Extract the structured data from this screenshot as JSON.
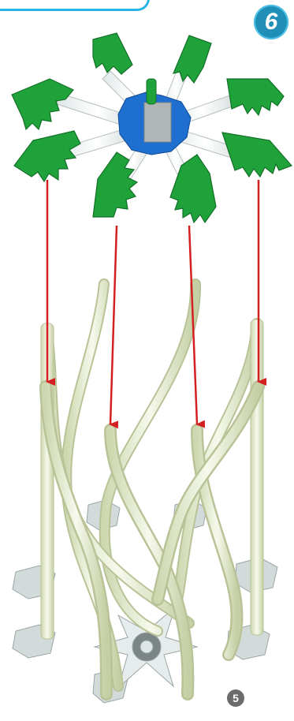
{
  "step": {
    "number": "6"
  },
  "substep": {
    "number": "5"
  },
  "colors": {
    "accent": "#29b4e6",
    "badge": "#1f8fb7",
    "leaf": "#1fa23a",
    "hub": "#1e6fd0",
    "rod": "#e9efd6",
    "arrow": "#d42020",
    "base": "#cfd6d6"
  },
  "illustration": {
    "canopy_arms": 8,
    "arrows": 4,
    "posts": 4
  }
}
